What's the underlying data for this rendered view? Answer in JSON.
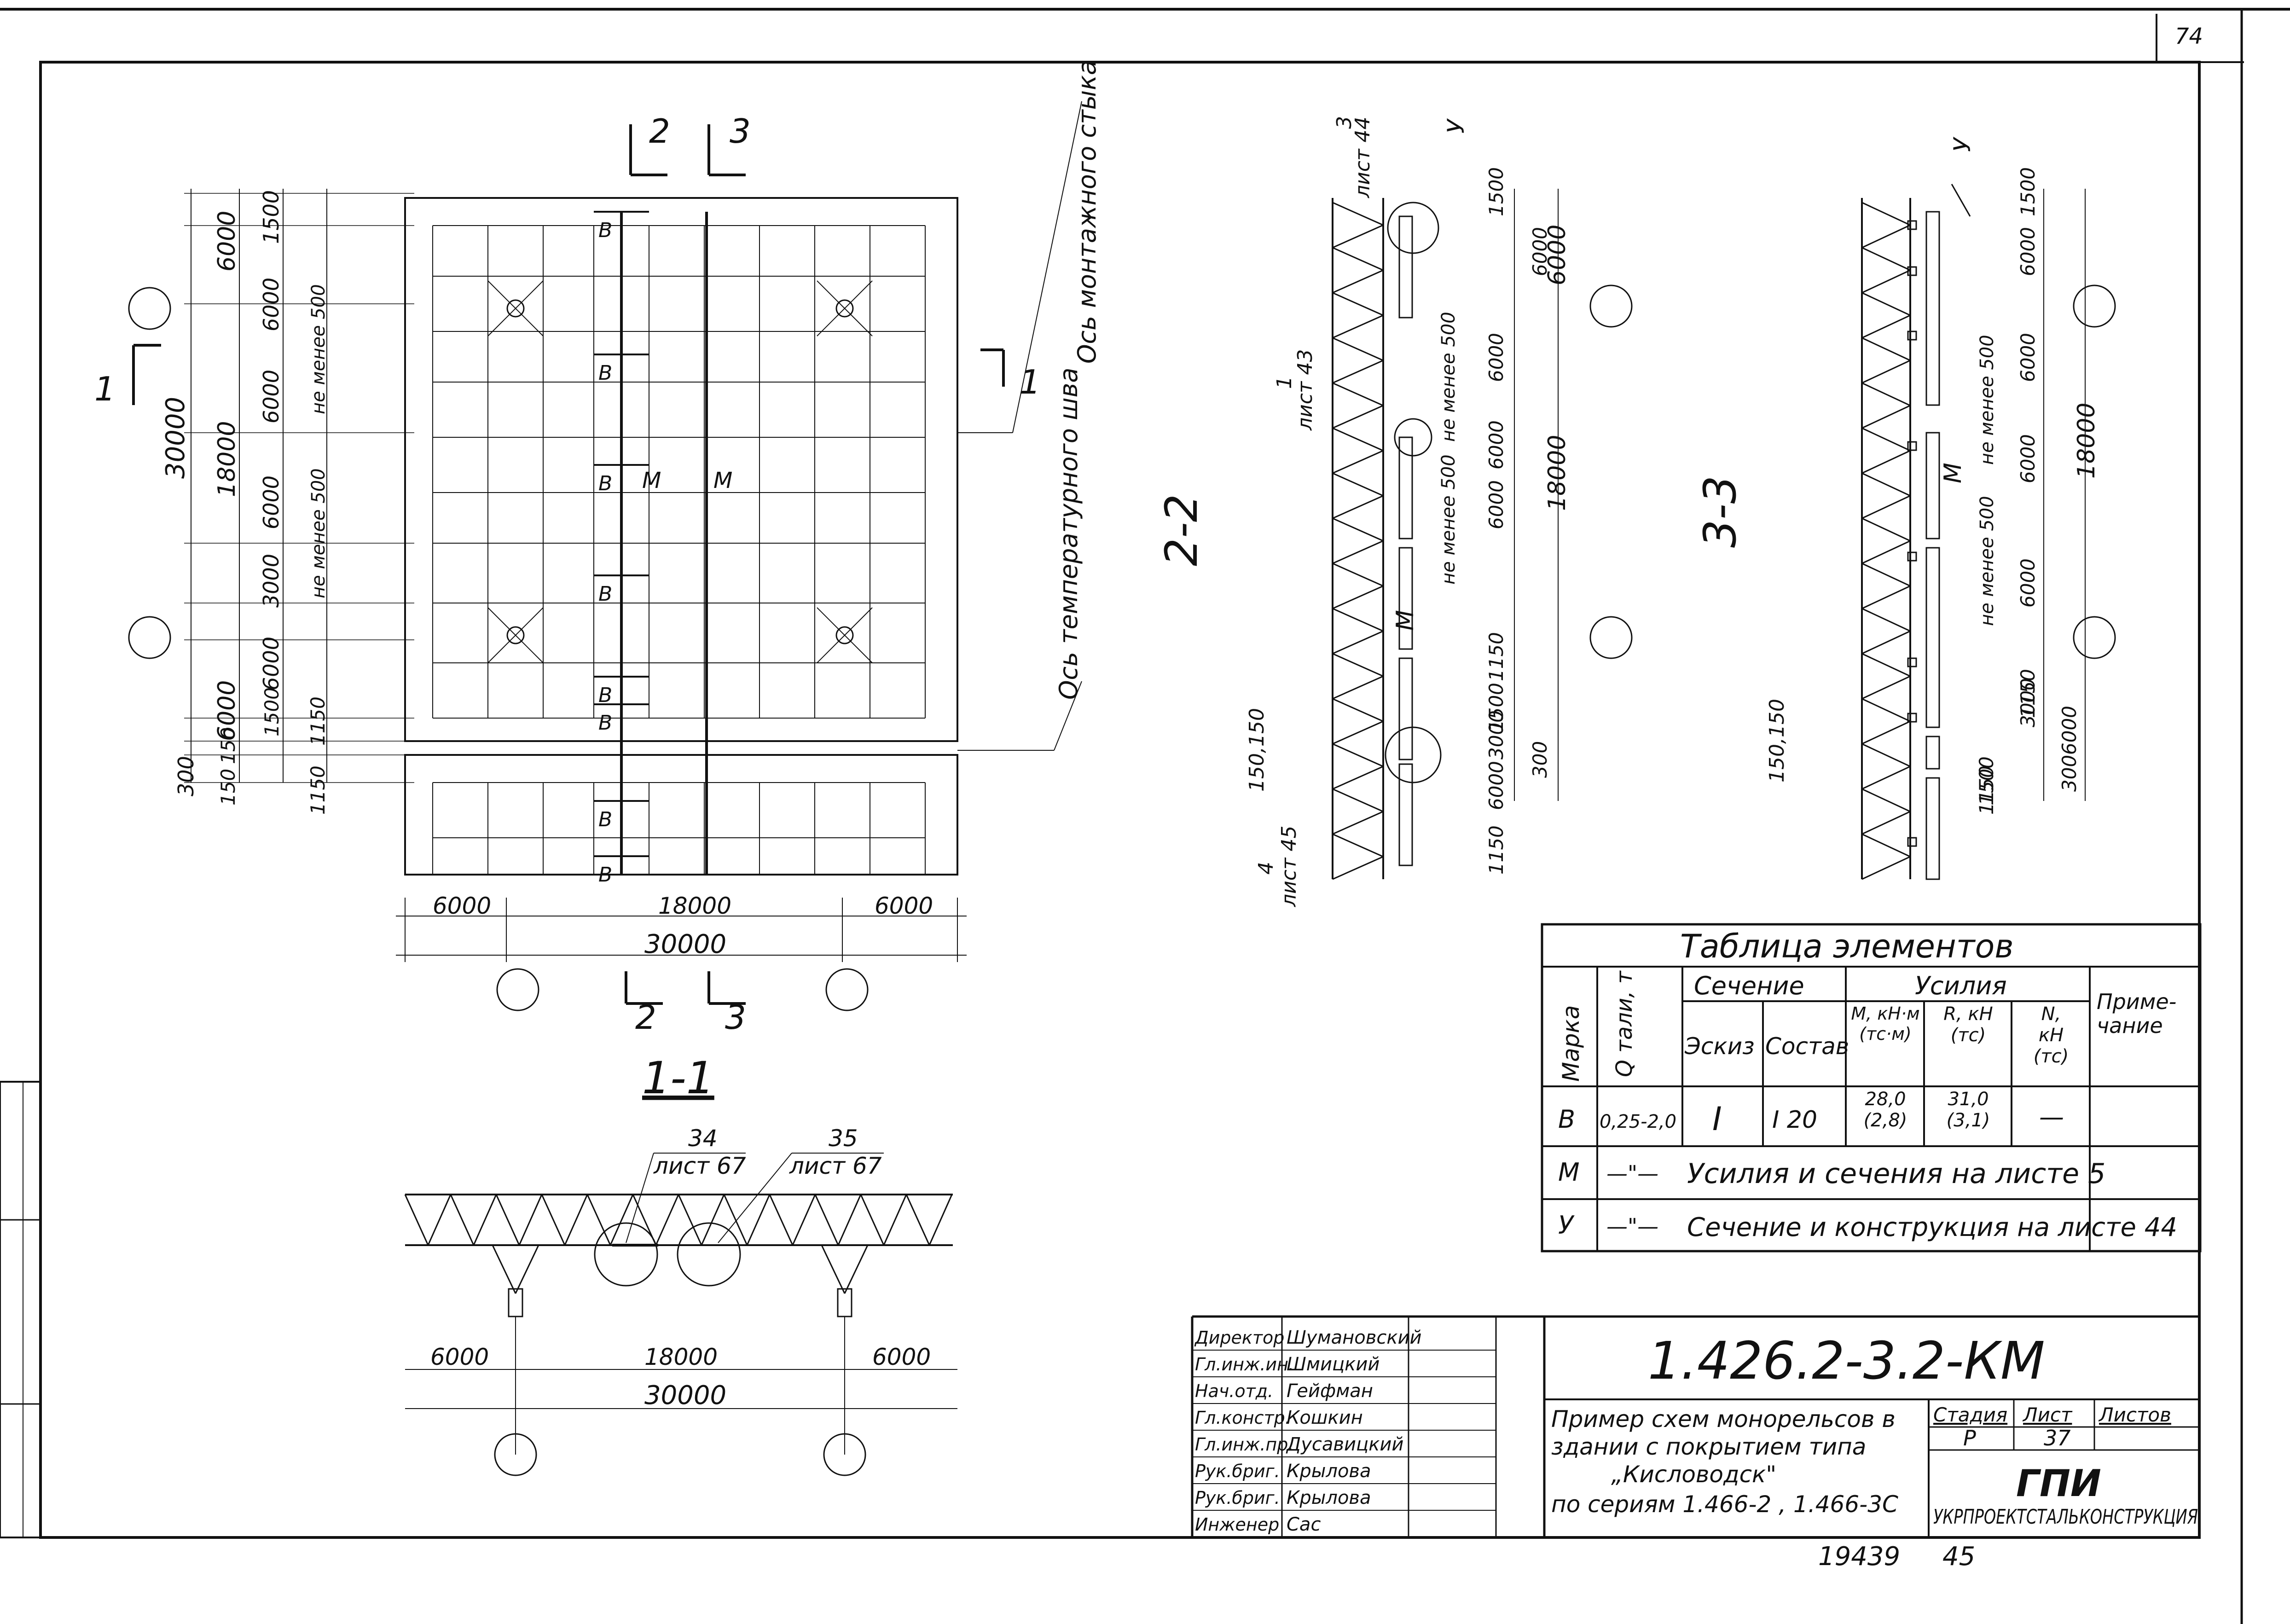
{
  "page_corner_number": "74",
  "plan": {
    "axis_plan": "Ось монтажного стыка",
    "axis_temp": "Ось температурного шва",
    "cut_1": "1",
    "cut_2": "2",
    "cut_3": "3",
    "dim_30000": "30000",
    "dim_18000": "18000",
    "dim_6000": "6000",
    "dim_1500": "1500",
    "dim_3000": "3000",
    "dim_150": "150",
    "dim_300": "300",
    "dim_1150": "1150",
    "not_less_500": "не менее 500",
    "mark_b": "B",
    "mark_m": "M",
    "bottom_left": "6000",
    "bottom_mid": "18000",
    "bottom_right": "6000",
    "bottom_total": "30000"
  },
  "section_1_1": {
    "title": "1-1",
    "ref1_num": "34",
    "ref1_sheet": "лист 67",
    "ref2_num": "35",
    "ref2_sheet": "лист 67",
    "dim_left": "6000",
    "dim_mid": "18000",
    "dim_right": "6000",
    "dim_total": "30000"
  },
  "section_2_2": {
    "title": "2-2",
    "ref_top_num": "3",
    "ref_top_sheet": "лист 44",
    "ref_top_mark": "У",
    "ref_mid_num": "1",
    "ref_mid_sheet": "лист 43",
    "ref_bot_num": "4",
    "ref_bot_sheet": "лист 45",
    "dims": [
      "1500",
      "6000",
      "6000",
      "6000",
      "6000",
      "1150",
      "1500",
      "3000",
      "6000",
      "1150",
      "300"
    ],
    "dim_18000": "18000",
    "dim_6000": "6000",
    "not_less_500": "не менее 500",
    "mark_m": "M",
    "dim_150": "150,150"
  },
  "section_3_3": {
    "title": "3-3",
    "ref_mark": "У",
    "dims": [
      "1500",
      "6000",
      "6000",
      "6000",
      "6000",
      "1150",
      "3000",
      "6000",
      "1150",
      "1500",
      "300"
    ],
    "dim_18000": "18000",
    "not_less_500": "не менее 500",
    "mark_m": "M",
    "dim_150": "150,150"
  },
  "elements_table": {
    "title": "Таблица элементов",
    "h_mark": "Марка",
    "h_q": "Q тали, т",
    "h_section": "Сечение",
    "h_sketch": "Эскиз",
    "h_comp": "Состав",
    "h_forces": "Усилия",
    "h_m": "M, кН·м (тс·м)",
    "h_r": "R, кН (тс)",
    "h_n": "N, кН (тс)",
    "h_note": "Приме-чание",
    "rows": [
      {
        "mark": "B",
        "q": "0,25-2,0",
        "sketch": "I",
        "comp": "I 20",
        "m": "28,0 (2,8)",
        "r": "31,0 (3,1)",
        "n": "—"
      },
      {
        "mark": "M",
        "q": "—\"—",
        "text": "Усилия и сечения на листе 5"
      },
      {
        "mark": "У",
        "q": "—\"—",
        "text": "Сечение и конструкция на листе 44"
      }
    ]
  },
  "title_block": {
    "roles": [
      "Директор",
      "Гл.инж.ин.",
      "Нач.отд.",
      "Гл.констр.",
      "Гл.инж.пр.",
      "Рук.бриг.",
      "Рук.бриг.",
      "Инженер"
    ],
    "names": [
      "Шумановский",
      "Шмицкий",
      "Гейфман",
      "Кошкин",
      "Дусавицкий",
      "Крылова",
      "Крылова",
      "Сас"
    ],
    "code": "1.426.2-3.2-КМ",
    "description_l1": "Пример схем монорельсов в",
    "description_l2": "здании с покрытием типа",
    "description_l3": "„Кисловодск\"",
    "description_l4": "по сериям 1.466-2 ,  1.466-3С",
    "stage_label": "Стадия",
    "sheet_label": "Лист",
    "sheets_label": "Листов",
    "stage": "Р",
    "sheet": "37",
    "sheets": "",
    "org_logo": "ГПИ",
    "org_name": "УКРПРОЕКТСТАЛЬКОНСТРУКЦИЯ"
  },
  "footer": {
    "inventory": "19439",
    "page": "45"
  }
}
